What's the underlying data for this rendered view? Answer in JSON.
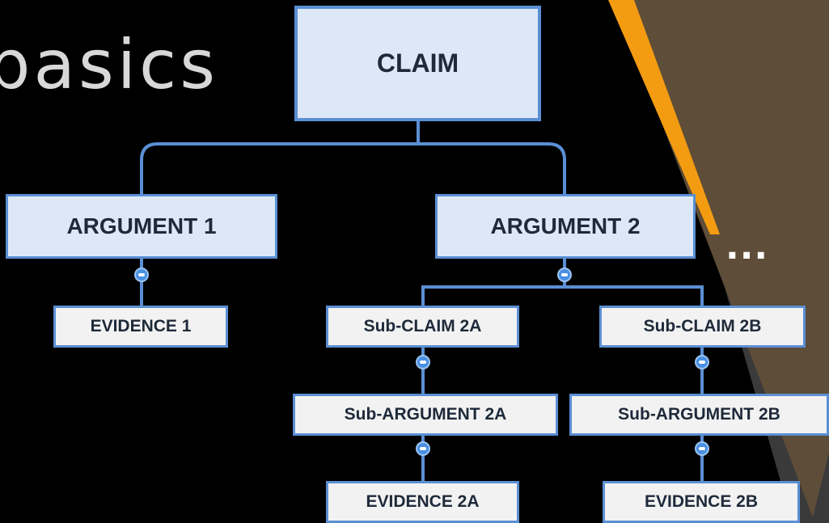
{
  "slide": {
    "title_fragment": "basics",
    "ellipsis": "...",
    "colors": {
      "background": "#000000",
      "accent_orange": "#f39c12",
      "brown_panel": "#5e4d38",
      "gray_panel": "#3a3a3a",
      "node_border": "#5b8fd4",
      "node_fill": "#dce8f8",
      "leaf_fill": "#f2f2f2",
      "connector": "#5b8fd4"
    }
  },
  "diagram": {
    "claim": "CLAIM",
    "argument_1": "ARGUMENT 1",
    "argument_2": "ARGUMENT 2",
    "evidence_1": "EVIDENCE 1",
    "sub_claim_2a": "Sub-CLAIM 2A",
    "sub_claim_2b": "Sub-CLAIM 2B",
    "sub_argument_2a": "Sub-ARGUMENT 2A",
    "sub_argument_2b": "Sub-ARGUMENT 2B",
    "evidence_2a": "EVIDENCE 2A",
    "evidence_2b": "EVIDENCE 2B"
  }
}
